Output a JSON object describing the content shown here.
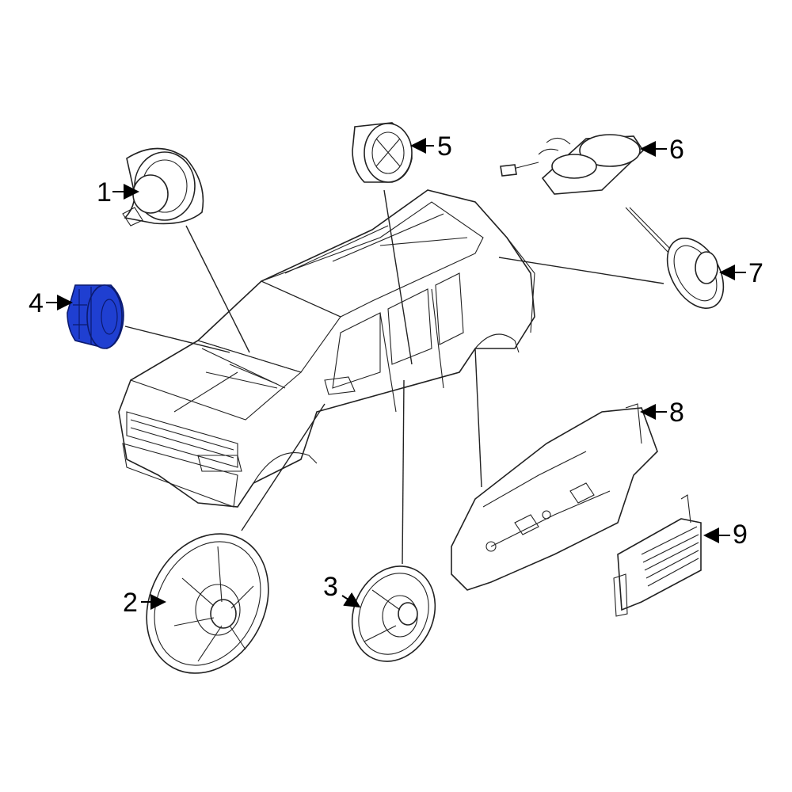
{
  "diagram": {
    "highlight_color": "#1f3fd1",
    "callouts": [
      {
        "id": "1",
        "label": "1"
      },
      {
        "id": "2",
        "label": "2"
      },
      {
        "id": "3",
        "label": "3"
      },
      {
        "id": "4",
        "label": "4"
      },
      {
        "id": "5",
        "label": "5"
      },
      {
        "id": "6",
        "label": "6"
      },
      {
        "id": "7",
        "label": "7"
      },
      {
        "id": "8",
        "label": "8"
      },
      {
        "id": "9",
        "label": "9"
      }
    ],
    "highlighted_part": "4"
  }
}
